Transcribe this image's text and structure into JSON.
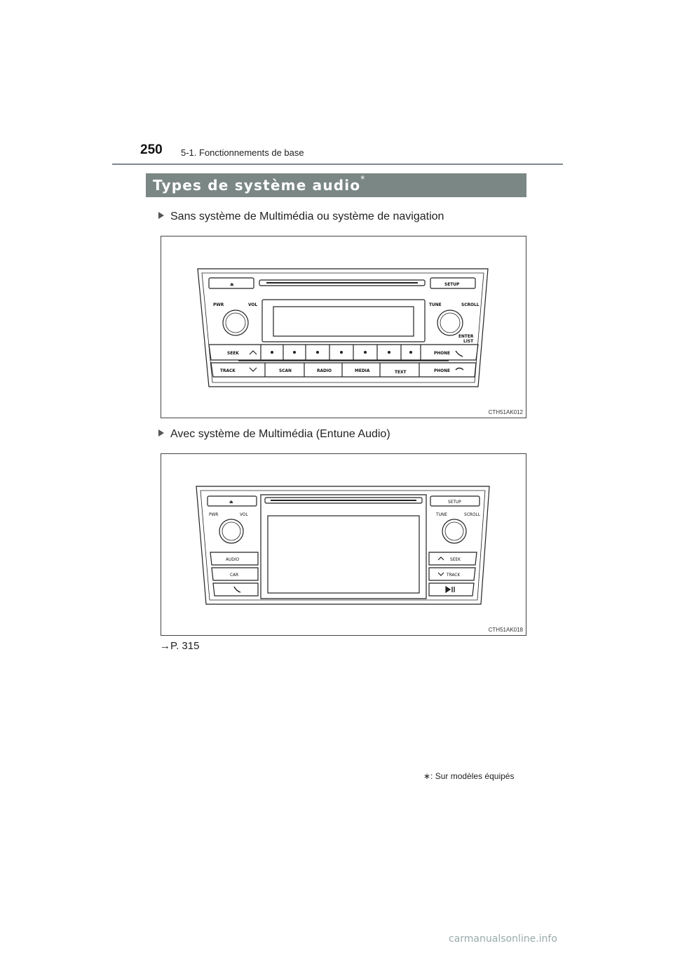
{
  "header": {
    "page_number": "250",
    "section": "5-1. Fonctionnements de base"
  },
  "title": {
    "text": "Types de système audio",
    "mark": "*"
  },
  "bullets": [
    "Sans système de Multimédia ou système de navigation",
    "Avec système de Multimédia (Entune Audio)"
  ],
  "figure1": {
    "code": "CTH51AK012",
    "labels": {
      "eject": "⏏",
      "setup": "SETUP",
      "pwr": "PWR",
      "vol": "VOL",
      "tune": "TUNE",
      "scroll": "SCROLL",
      "enter": "ENTER",
      "list": "LIST",
      "seek": "SEEK",
      "phone": "PHONE",
      "track": "TRACK",
      "scan": "SCAN",
      "radio": "RADIO",
      "media": "MEDIA",
      "text": "TEXT",
      "phone2": "PHONE"
    }
  },
  "figure2": {
    "code": "CTH51AK018",
    "labels": {
      "eject": "⏏",
      "setup": "SETUP",
      "pwr": "PWR",
      "vol": "VOL",
      "tune": "TUNE",
      "scroll": "SCROLL",
      "audio": "AUDIO",
      "car": "CAR",
      "seek": "SEEK",
      "track": "TRACK"
    }
  },
  "reference": "→P. 315",
  "footnote": "∗: Sur modèles équipés",
  "watermark": "carmanualsonline.info",
  "colors": {
    "title_bar": "#7a8785",
    "header_rule": "#7d8a8c"
  }
}
